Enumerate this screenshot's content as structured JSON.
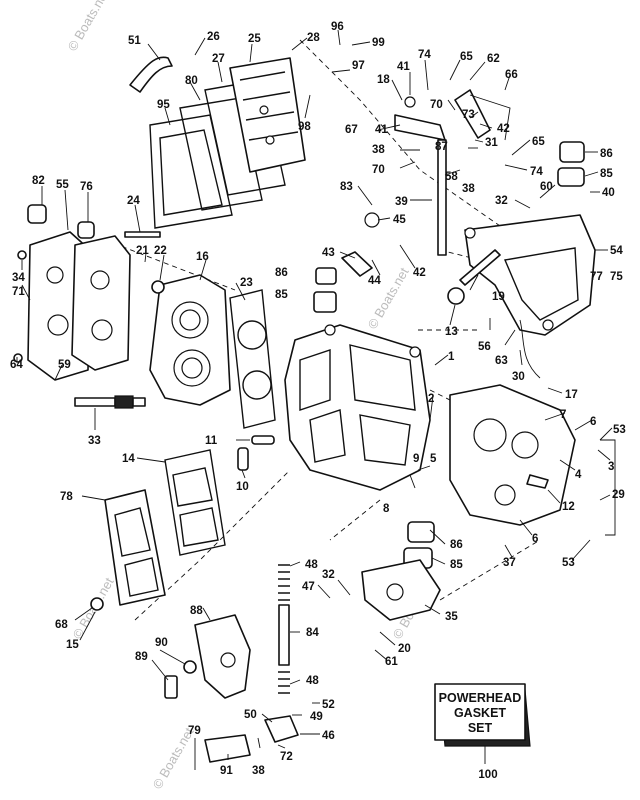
{
  "watermarks": [
    "© Boats.net",
    "© Boats.net",
    "© Boats.net",
    "© Boats.net",
    "© Boats.net"
  ],
  "kit_box": {
    "lines": [
      "POWERHEAD",
      "GASKET",
      "SET"
    ],
    "number": "100"
  },
  "callouts": {
    "c1": "1",
    "c2": "2",
    "c3": "3",
    "c4": "4",
    "c5": "5",
    "c6a": "6",
    "c6b": "6",
    "c7": "7",
    "c8": "8",
    "c9": "9",
    "c10": "10",
    "c11": "11",
    "c12": "12",
    "c13": "13",
    "c14": "14",
    "c15": "15",
    "c16": "16",
    "c17": "17",
    "c18": "18",
    "c19": "19",
    "c20": "20",
    "c21": "21",
    "c22": "22",
    "c23": "23",
    "c24": "24",
    "c25": "25",
    "c26": "26",
    "c27": "27",
    "c28": "28",
    "c29": "29",
    "c30": "30",
    "c31": "31",
    "c32a": "32",
    "c32b": "32",
    "c33": "33",
    "c34": "34",
    "c35": "35",
    "c37": "37",
    "c38a": "38",
    "c38b": "38",
    "c38c": "38",
    "c39": "39",
    "c40": "40",
    "c41a": "41",
    "c41b": "41",
    "c42a": "42",
    "c42b": "42",
    "c43": "43",
    "c44": "44",
    "c45": "45",
    "c46": "46",
    "c47": "47",
    "c48a": "48",
    "c48b": "48",
    "c49": "49",
    "c50": "50",
    "c51": "51",
    "c52": "52",
    "c53a": "53",
    "c53b": "53",
    "c54": "54",
    "c55": "55",
    "c56": "56",
    "c58": "58",
    "c59": "59",
    "c60": "60",
    "c61": "61",
    "c62": "62",
    "c63": "63",
    "c64": "64",
    "c65a": "65",
    "c65b": "65",
    "c66": "66",
    "c67": "67",
    "c68": "68",
    "c70a": "70",
    "c70b": "70",
    "c71": "71",
    "c72": "72",
    "c73": "73",
    "c74a": "74",
    "c74b": "74",
    "c75": "75",
    "c76": "76",
    "c77": "77",
    "c78": "78",
    "c79": "79",
    "c80": "80",
    "c82": "82",
    "c83": "83",
    "c84": "84",
    "c85a": "85",
    "c85b": "85",
    "c85c": "85",
    "c86a": "86",
    "c86b": "86",
    "c86c": "86",
    "c87": "87",
    "c88": "88",
    "c89": "89",
    "c90": "90",
    "c91": "91",
    "c95": "95",
    "c96": "96",
    "c97": "97",
    "c98": "98",
    "c99": "99"
  }
}
